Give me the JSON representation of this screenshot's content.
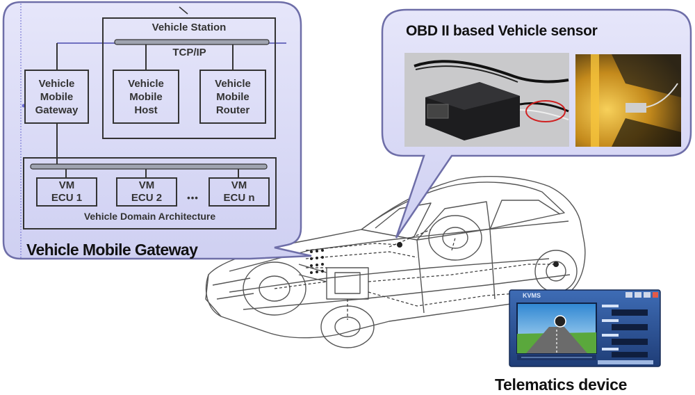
{
  "gateway_panel": {
    "vehicle_station_label": "Vehicle Station",
    "tcpip_label": "TCP/IP",
    "gateway_label": "Vehicle\nMobile\nGateway",
    "host_label": "Vehicle\nMobile\nHost",
    "router_label": "Vehicle\nMobile\nRouter",
    "ecus": [
      "VM\nECU 1",
      "VM\nECU 2",
      "VM\nECU n"
    ],
    "ellipsis": "•••",
    "domain_label": "Vehicle Domain Architecture",
    "caption": "Vehicle Mobile Gateway"
  },
  "sensor_panel": {
    "caption": "OBD II based Vehicle sensor"
  },
  "telematics": {
    "caption": "Telematics device",
    "screen_logo": "KVMS"
  },
  "colors": {
    "panel_fill": "#dcdcf6",
    "panel_border": "#6e6ea8",
    "tablet_frame": "#2b4f93",
    "sky": "#4fa4e0",
    "grass": "#5aa83c",
    "road": "#6b6b6b"
  }
}
